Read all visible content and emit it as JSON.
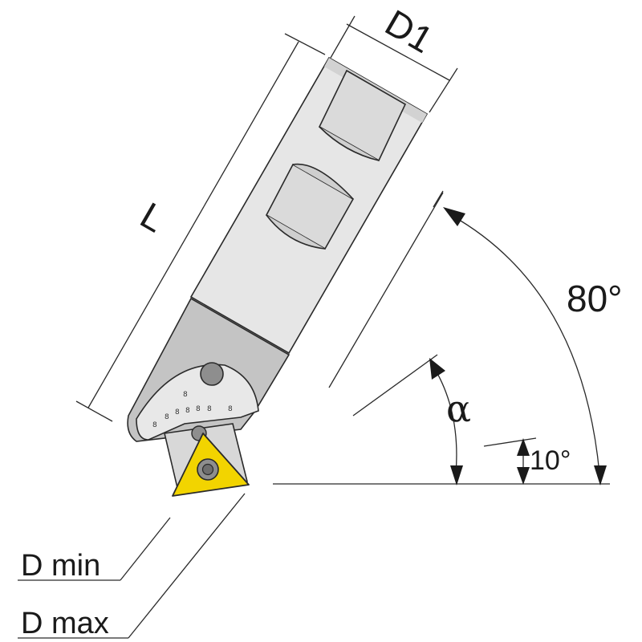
{
  "labels": {
    "length": "L",
    "diameter": "D1",
    "angle_max": "80°",
    "angle_alpha": "α",
    "angle_min": "10°",
    "d_min": "D min",
    "d_max": "D max"
  },
  "scale_marks": [
    "8",
    "8",
    "8",
    "8",
    "8",
    "8",
    "8",
    "8"
  ],
  "colors": {
    "body": "#e6e6e6",
    "head": "#c4c4c4",
    "insert": "#f2d400",
    "screw": "#8e8e8e",
    "line": "#2a2a2a"
  }
}
